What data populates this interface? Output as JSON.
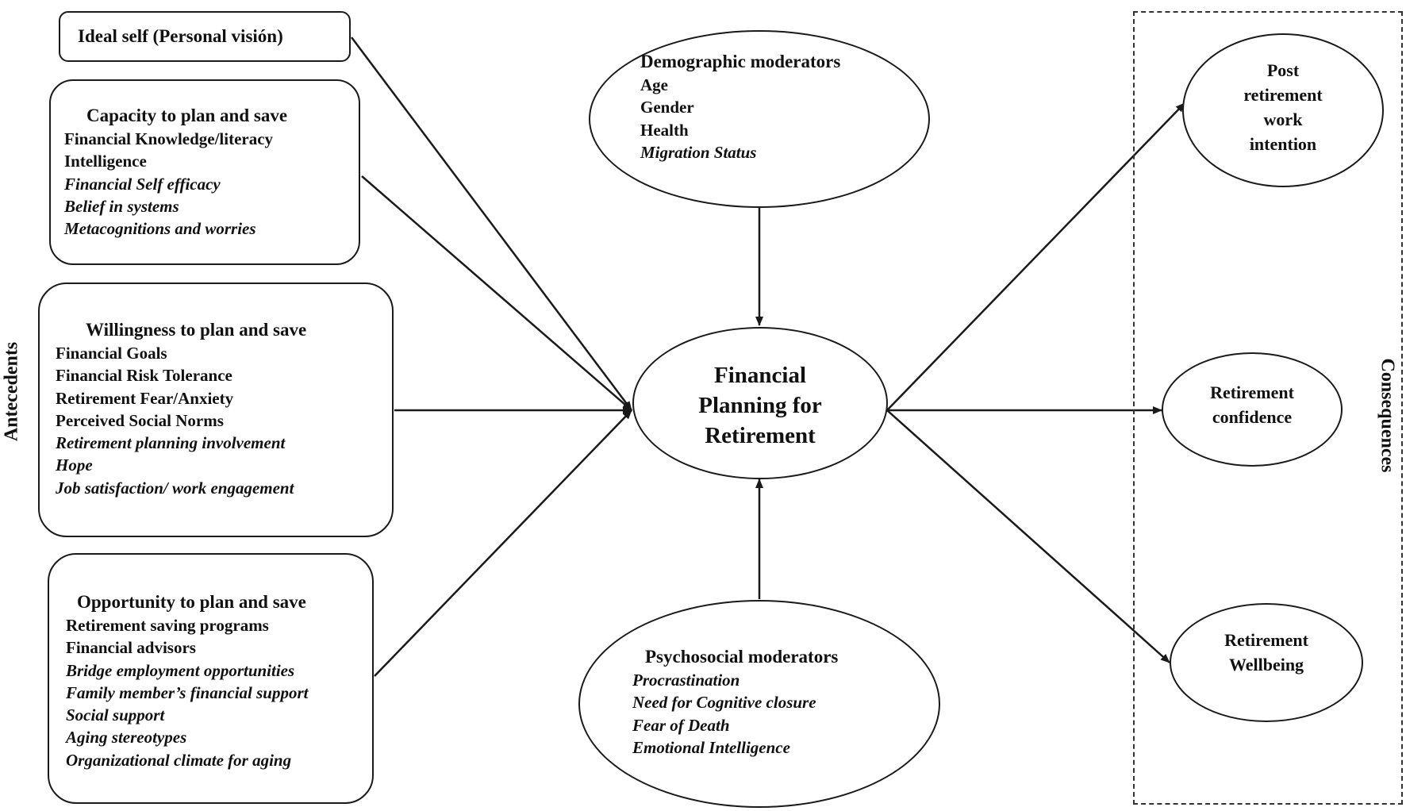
{
  "side_labels": {
    "antecedents": "Antecedents",
    "consequences": "Consequences"
  },
  "ideal_self": {
    "title": "Ideal self (Personal visión)"
  },
  "capacity": {
    "title": "Capacity to plan and save",
    "items": [
      {
        "text": "Financial Knowledge/literacy",
        "italic": false
      },
      {
        "text": "Intelligence",
        "italic": false
      },
      {
        "text": "Financial Self efficacy",
        "italic": true
      },
      {
        "text": "Belief in systems",
        "italic": true
      },
      {
        "text": "Metacognitions and worries",
        "italic": true
      }
    ]
  },
  "willingness": {
    "title": "Willingness to plan and save",
    "items": [
      {
        "text": "Financial Goals",
        "italic": false
      },
      {
        "text": "Financial Risk Tolerance",
        "italic": false
      },
      {
        "text": "Retirement Fear/Anxiety",
        "italic": false
      },
      {
        "text": "Perceived Social Norms",
        "italic": false
      },
      {
        "text": "Retirement planning involvement",
        "italic": true
      },
      {
        "text": "Hope",
        "italic": true
      },
      {
        "text": "Job satisfaction/ work engagement",
        "italic": true
      }
    ]
  },
  "opportunity": {
    "title": "Opportunity to plan and save",
    "items": [
      {
        "text": "Retirement saving programs",
        "italic": false
      },
      {
        "text": "Financial advisors",
        "italic": false
      },
      {
        "text": "Bridge employment opportunities",
        "italic": true
      },
      {
        "text": "Family member’s financial support",
        "italic": true
      },
      {
        "text": "Social support",
        "italic": true
      },
      {
        "text": "Aging stereotypes",
        "italic": true
      },
      {
        "text": "Organizational climate for aging",
        "italic": true
      }
    ]
  },
  "demographic": {
    "title": "Demographic moderators",
    "items": [
      {
        "text": "Age",
        "italic": false
      },
      {
        "text": "Gender",
        "italic": false
      },
      {
        "text": "Health",
        "italic": false
      },
      {
        "text": "Migration Status",
        "italic": true
      }
    ]
  },
  "psychosocial": {
    "title": "Psychosocial moderators",
    "items": [
      {
        "text": "Procrastination",
        "italic": true
      },
      {
        "text": "Need for Cognitive closure",
        "italic": true
      },
      {
        "text": "Fear of Death",
        "italic": true
      },
      {
        "text": "Emotional Intelligence",
        "italic": true
      }
    ]
  },
  "center": {
    "lines": [
      "Financial",
      "Planning for",
      "Retirement"
    ]
  },
  "consequences": {
    "post_retirement": {
      "lines": [
        "Post",
        "retirement",
        "work",
        "intention"
      ]
    },
    "confidence": {
      "lines": [
        "Retirement",
        "confidence"
      ]
    },
    "wellbeing": {
      "lines": [
        "Retirement",
        "Wellbeing"
      ]
    }
  },
  "colors": {
    "stroke": "#1a1a1a",
    "text": "#111111",
    "background": "#ffffff"
  }
}
